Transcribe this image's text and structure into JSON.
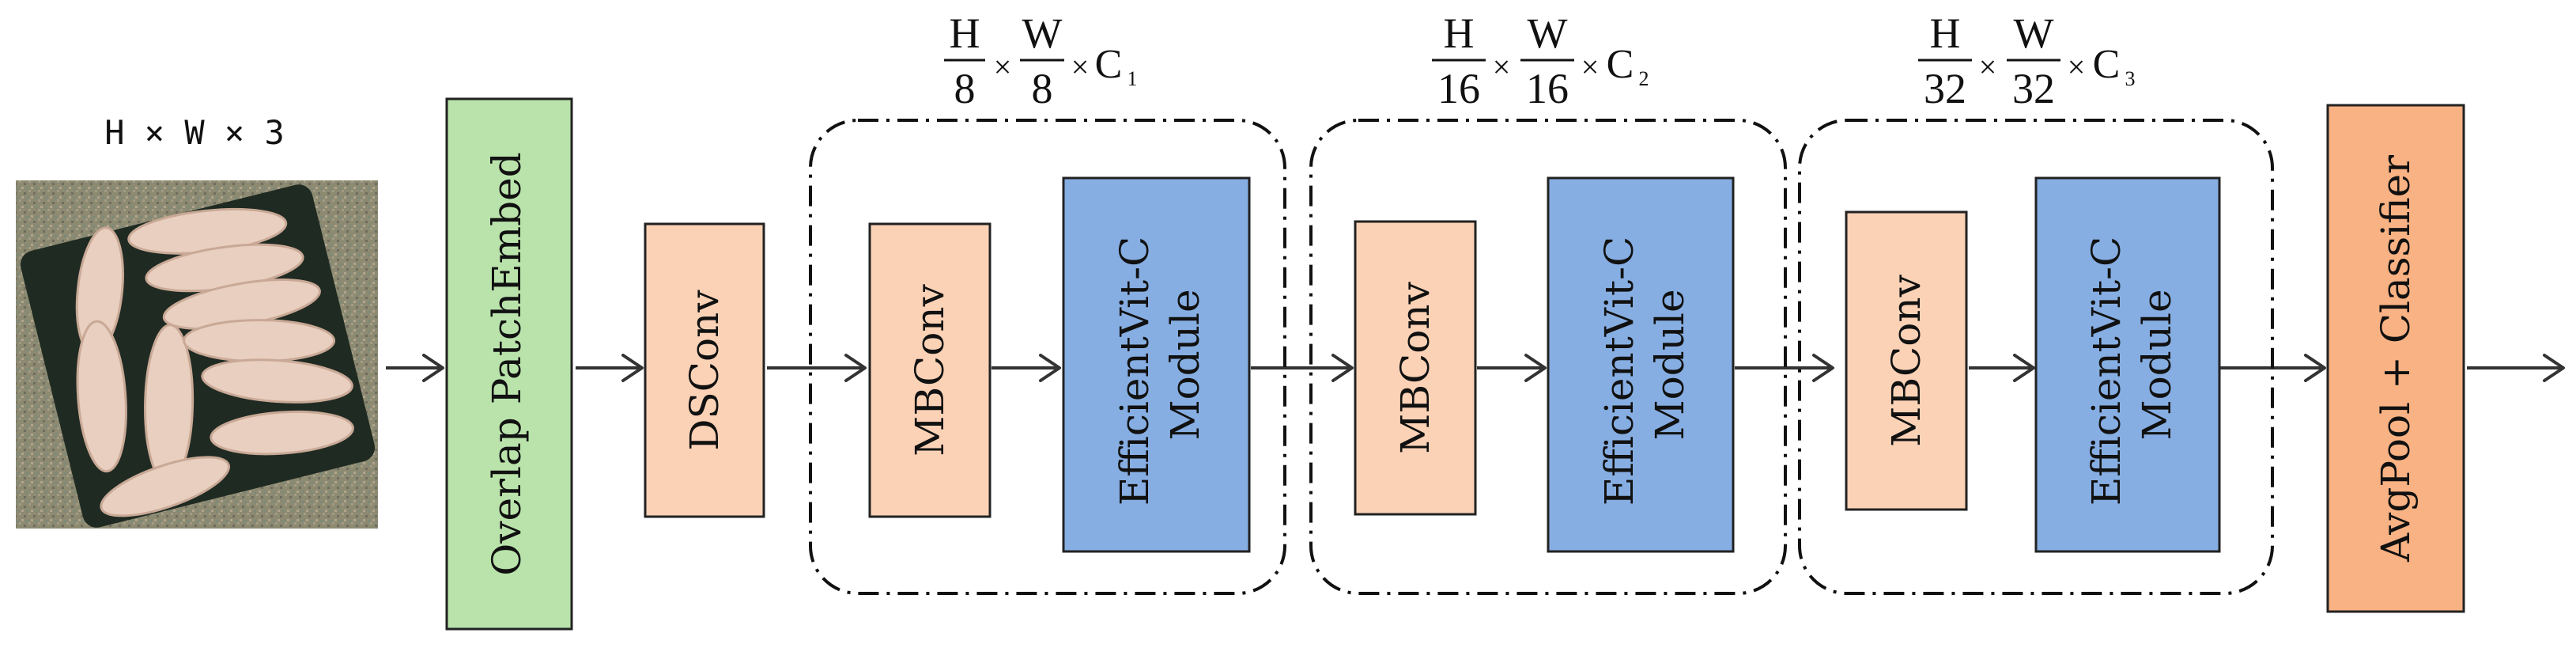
{
  "input": {
    "label": "H × W × 3"
  },
  "blocks": {
    "patch_embed": "Overlap PatchEmbed",
    "dsconv": "DSConv",
    "classifier": "AvgPool + Classifier"
  },
  "stages": [
    {
      "mbconv": "MBConv",
      "module_line1": "EfficientVit-C",
      "module_line2": "Module",
      "dim": {
        "h": "H",
        "h_div": "8",
        "w": "W",
        "w_div": "8",
        "c": "C",
        "c_sub": "1",
        "times": "×"
      }
    },
    {
      "mbconv": "MBConv",
      "module_line1": "EfficientVit-C",
      "module_line2": "Module",
      "dim": {
        "h": "H",
        "h_div": "16",
        "w": "W",
        "w_div": "16",
        "c": "C",
        "c_sub": "2",
        "times": "×"
      }
    },
    {
      "mbconv": "MBConv",
      "module_line1": "EfficientVit-C",
      "module_line2": "Module",
      "dim": {
        "h": "H",
        "h_div": "32",
        "w": "W",
        "w_div": "32",
        "c": "C",
        "c_sub": "3",
        "times": "×"
      }
    }
  ],
  "colors": {
    "patch_embed": "#b9e3ab",
    "conv": "#fbd2b6",
    "vit_module": "#86aee2",
    "classifier": "#f9b283",
    "border": "#222222"
  }
}
